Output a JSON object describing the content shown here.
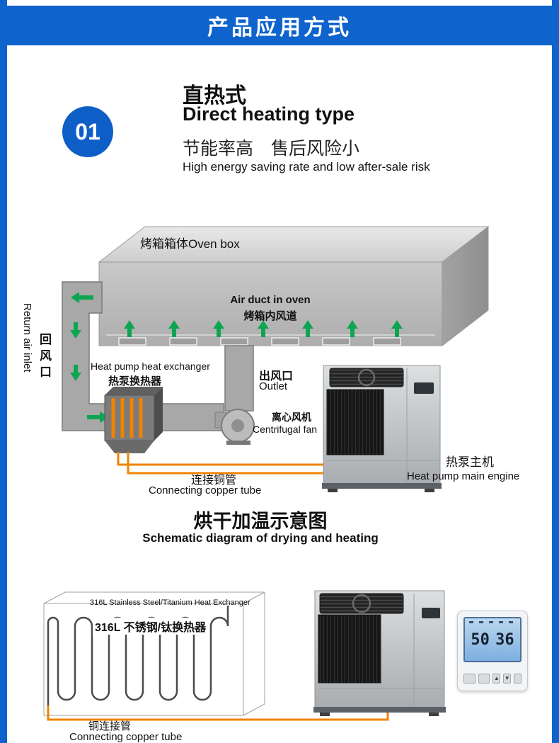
{
  "colors": {
    "accent_blue": "#0e63cd",
    "arrow_green": "#0ea552",
    "copper_orange": "#f08300"
  },
  "header": {
    "title": "产品应用方式"
  },
  "intro": {
    "badge": "01",
    "title_cn": "直热式",
    "title_en": "Direct heating type",
    "feature_cn": "节能率高　售后风险小",
    "feature_en": "High energy saving rate and low after-sale risk"
  },
  "diagram1": {
    "oven_label": "烤箱箱体Oven box",
    "air_duct_en": "Air duct in oven",
    "air_duct_cn": "烤箱内风道",
    "return_air_cn": "回风口",
    "return_air_en": "Return air inlet",
    "exchanger_en": "Heat pump heat exchanger",
    "exchanger_cn": "热泵换热器",
    "outlet_cn": "出风口",
    "outlet_en": "Outlet",
    "fan_cn": "离心风机",
    "fan_en": "Centrifugal fan",
    "tube_cn": "连接铜管",
    "tube_en": "Connecting copper tube",
    "pump_cn": "热泵主机",
    "pump_en": "Heat pump main engine"
  },
  "caption": {
    "cn": "烘干加温示意图",
    "en": "Schematic diagram of drying and heating"
  },
  "diagram2": {
    "exchanger_en": "316L Stainless Steel/Titanium Heat Exchanger",
    "exchanger_cn": "316L 不锈钢/钛换热器",
    "tube_cn": "铜连接管",
    "tube_en": "Connecting copper tube",
    "controller": {
      "value_left": "50",
      "value_right": "36",
      "up_glyph": "▲",
      "down_glyph": "▼"
    }
  }
}
